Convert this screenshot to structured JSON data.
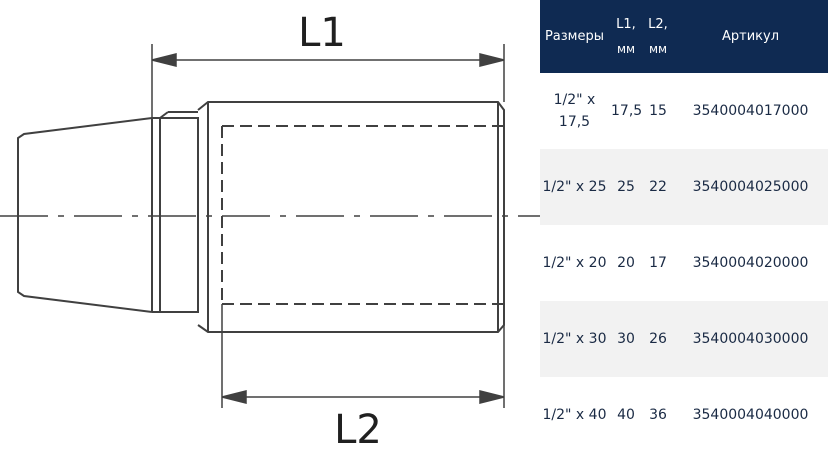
{
  "drawing": {
    "dim_l1_label": "L1",
    "dim_l2_label": "L2",
    "line_color": "#404040"
  },
  "table": {
    "header_bg": "#0f2a52",
    "headers": {
      "size": "Размеры",
      "l1": "L1,",
      "l1_unit": "мм",
      "l2": "L2,",
      "l2_unit": "мм",
      "article": "Артикул"
    },
    "rows": [
      {
        "size": "1/2\" x 17,5",
        "l1": "17,5",
        "l2": "15",
        "article": "3540004017000"
      },
      {
        "size": "1/2\" x 25",
        "l1": "25",
        "l2": "22",
        "article": "3540004025000"
      },
      {
        "size": "1/2\" x 20",
        "l1": "20",
        "l2": "17",
        "article": "3540004020000"
      },
      {
        "size": "1/2\" x 30",
        "l1": "30",
        "l2": "26",
        "article": "3540004030000"
      },
      {
        "size": "1/2\" x 40",
        "l1": "40",
        "l2": "36",
        "article": "3540004040000"
      }
    ]
  }
}
